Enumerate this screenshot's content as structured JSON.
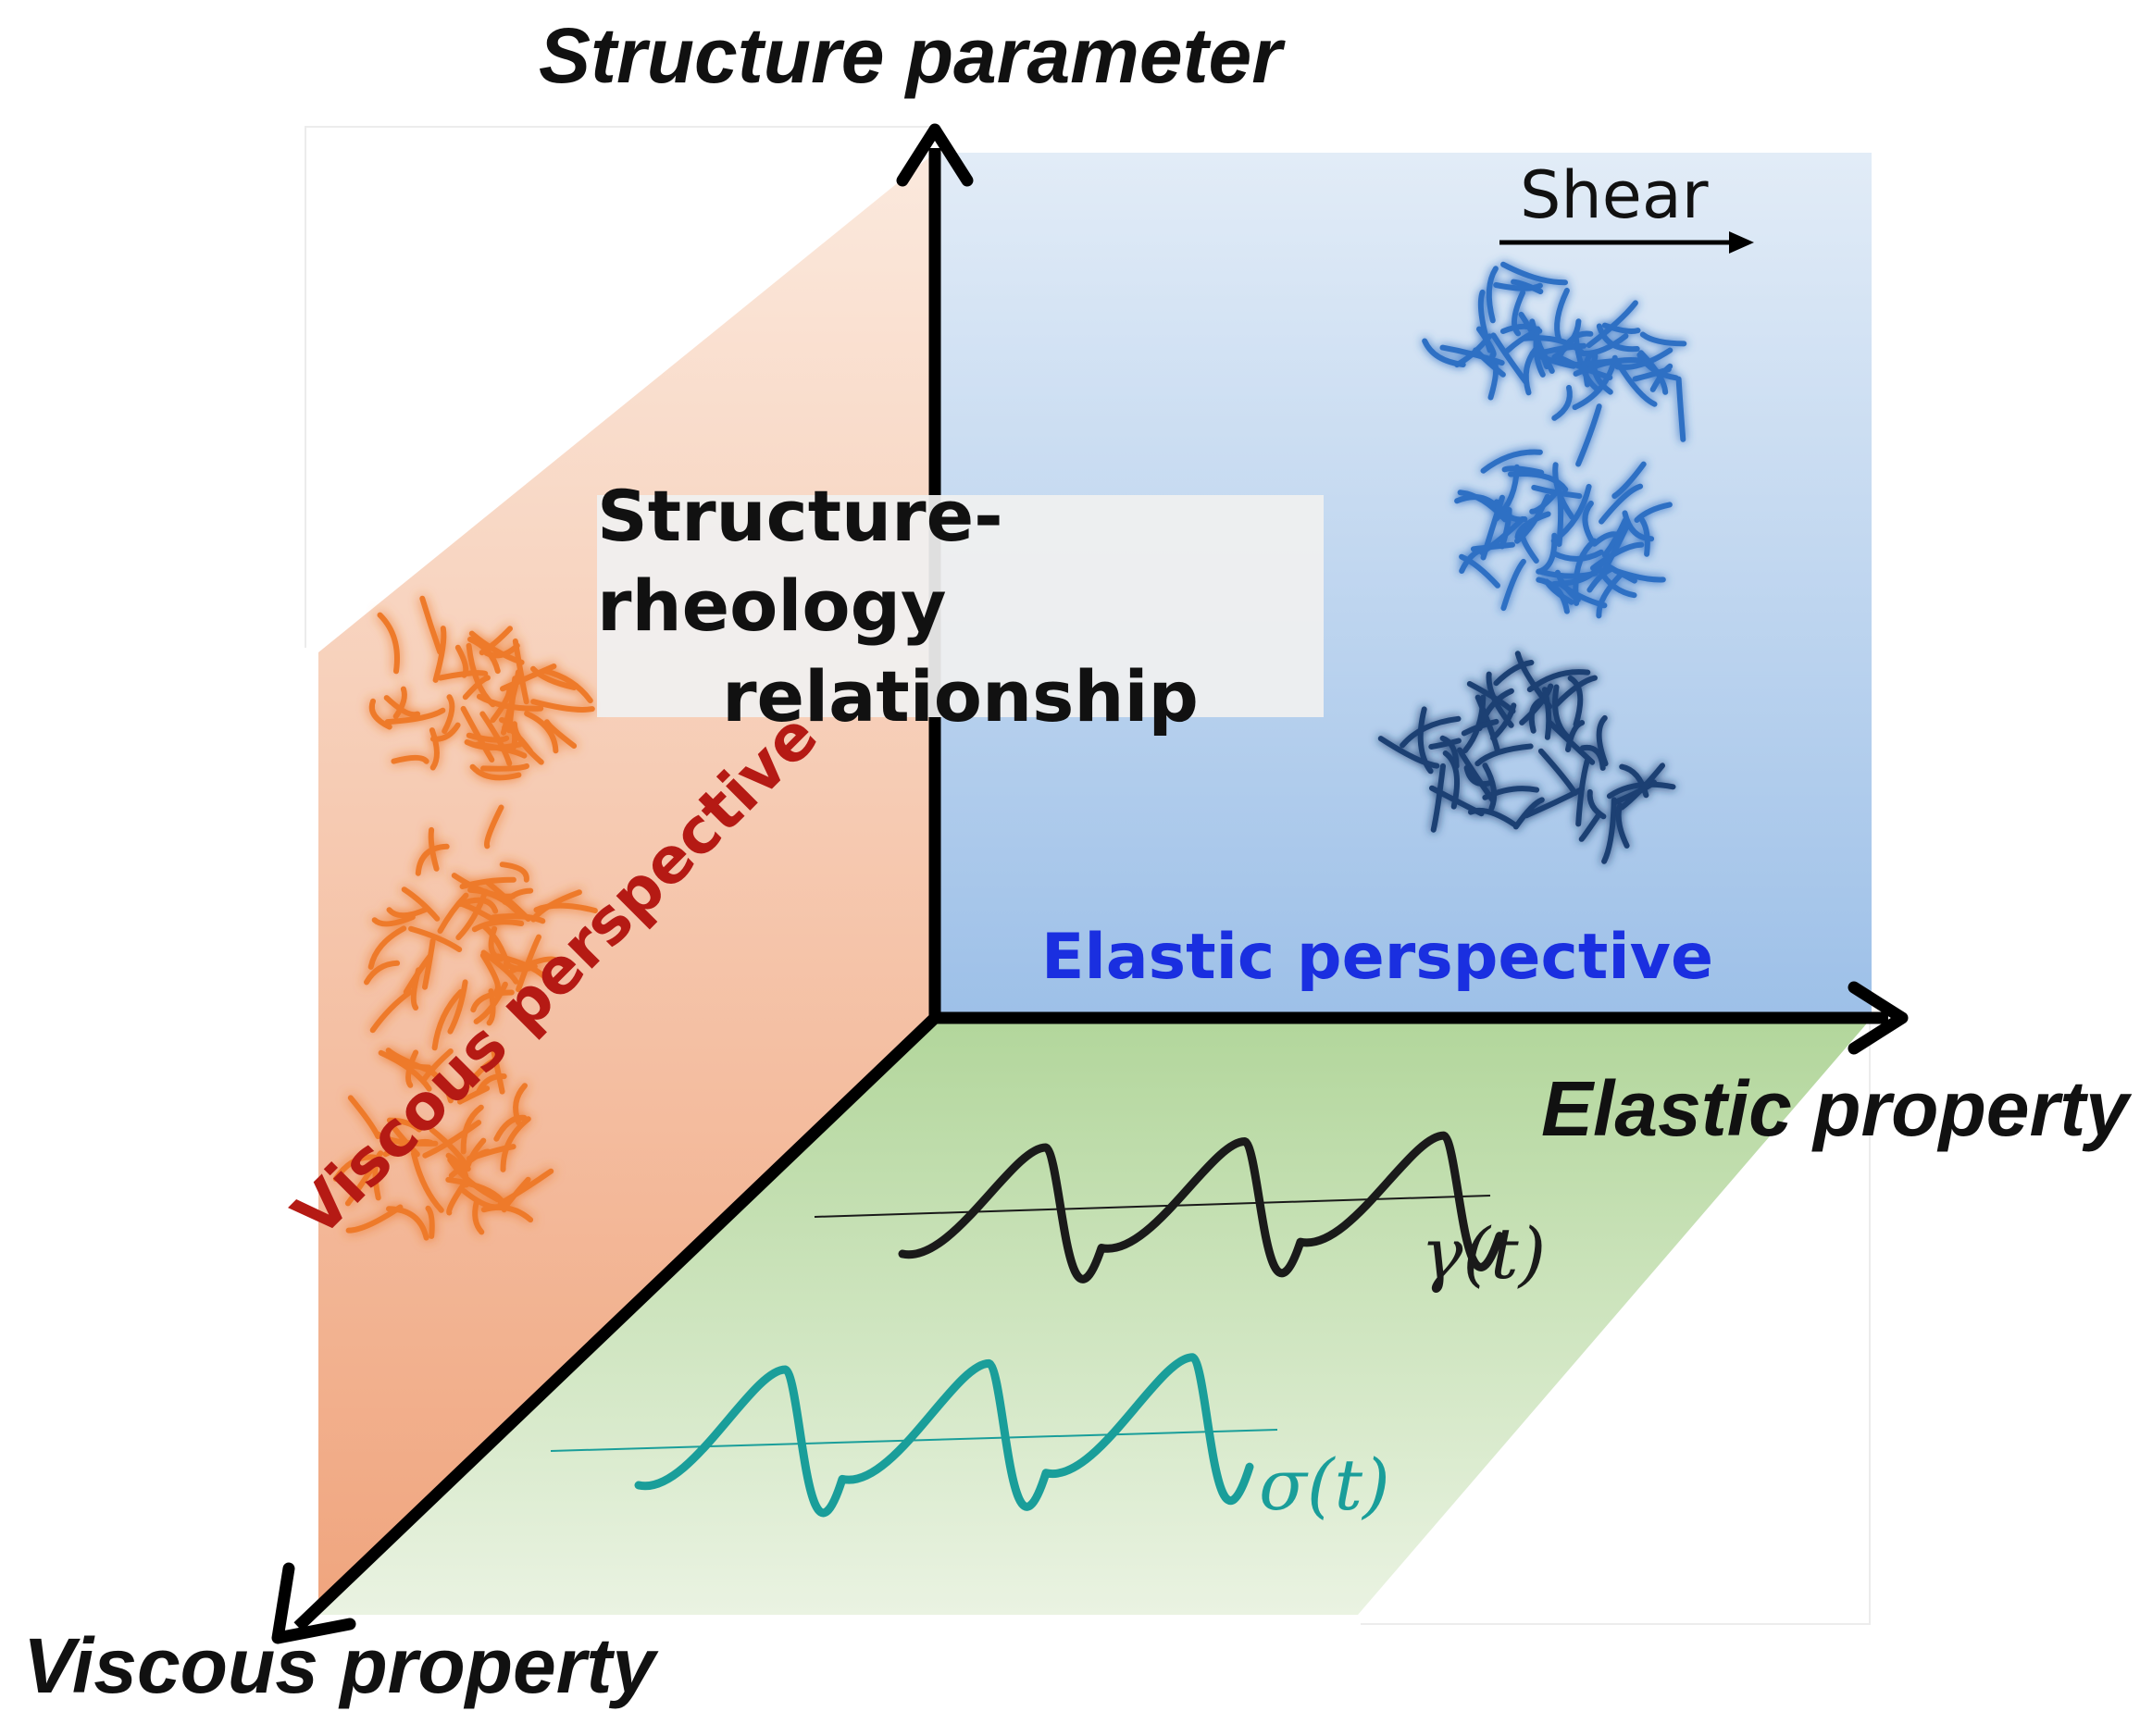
{
  "axes": {
    "vertical": "Structure parameter",
    "horizontal": "Elastic property",
    "depth": "Viscous property"
  },
  "centre_label": {
    "line1": "Structure-rheology",
    "line2": "relationship"
  },
  "planes": {
    "elastic": {
      "label": "Elastic perspective",
      "label_color": "#1a2fe0",
      "fill_top": "#e2ecf7",
      "fill_bottom": "#9dc0e8"
    },
    "viscous": {
      "label": "Viscous perspective",
      "label_color": "#b51a14",
      "fill_top": "#fbe9dd",
      "fill_bottom": "#f0a57e"
    },
    "floor": {
      "fill_top": "#b2d69b",
      "fill_bottom": "#eaf3e2"
    }
  },
  "shear_label": "Shear",
  "signals": {
    "strain": {
      "label": "γ(t)",
      "color": "#1a1a1a"
    },
    "stress": {
      "label": "σ(t)",
      "color": "#1a9e9a"
    }
  },
  "networks": {
    "elastic_color": "#2f6fc4",
    "elastic_dark": "#1b3f73",
    "viscous_color": "#ee7a2a"
  }
}
